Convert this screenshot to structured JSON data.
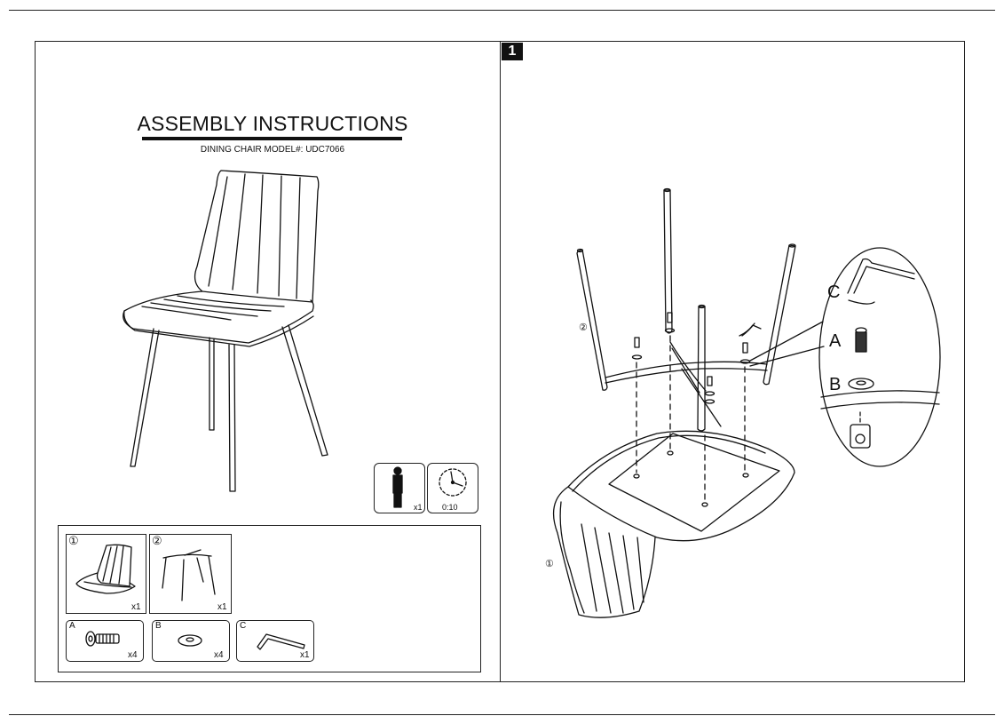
{
  "page": {
    "step_number": "1"
  },
  "cover": {
    "title": "ASSEMBLY INSTRUCTIONS",
    "subtitle": "DINING CHAIR  MODEL#: UDC7066"
  },
  "requirements": {
    "persons_qty": "x1",
    "time": "0:10"
  },
  "parts": {
    "seat": {
      "marker": "①",
      "qty": "x1"
    },
    "legs": {
      "marker": "②",
      "qty": "x1"
    }
  },
  "hardware": {
    "screw": {
      "label": "A",
      "qty": "x4"
    },
    "washer": {
      "label": "B",
      "qty": "x4"
    },
    "wrench": {
      "label": "C",
      "qty": "x1"
    }
  },
  "diagram": {
    "leg_frame_marker": "②",
    "seat_marker": "①",
    "callout_wrench": "C",
    "callout_screw": "A",
    "callout_washer": "B"
  }
}
